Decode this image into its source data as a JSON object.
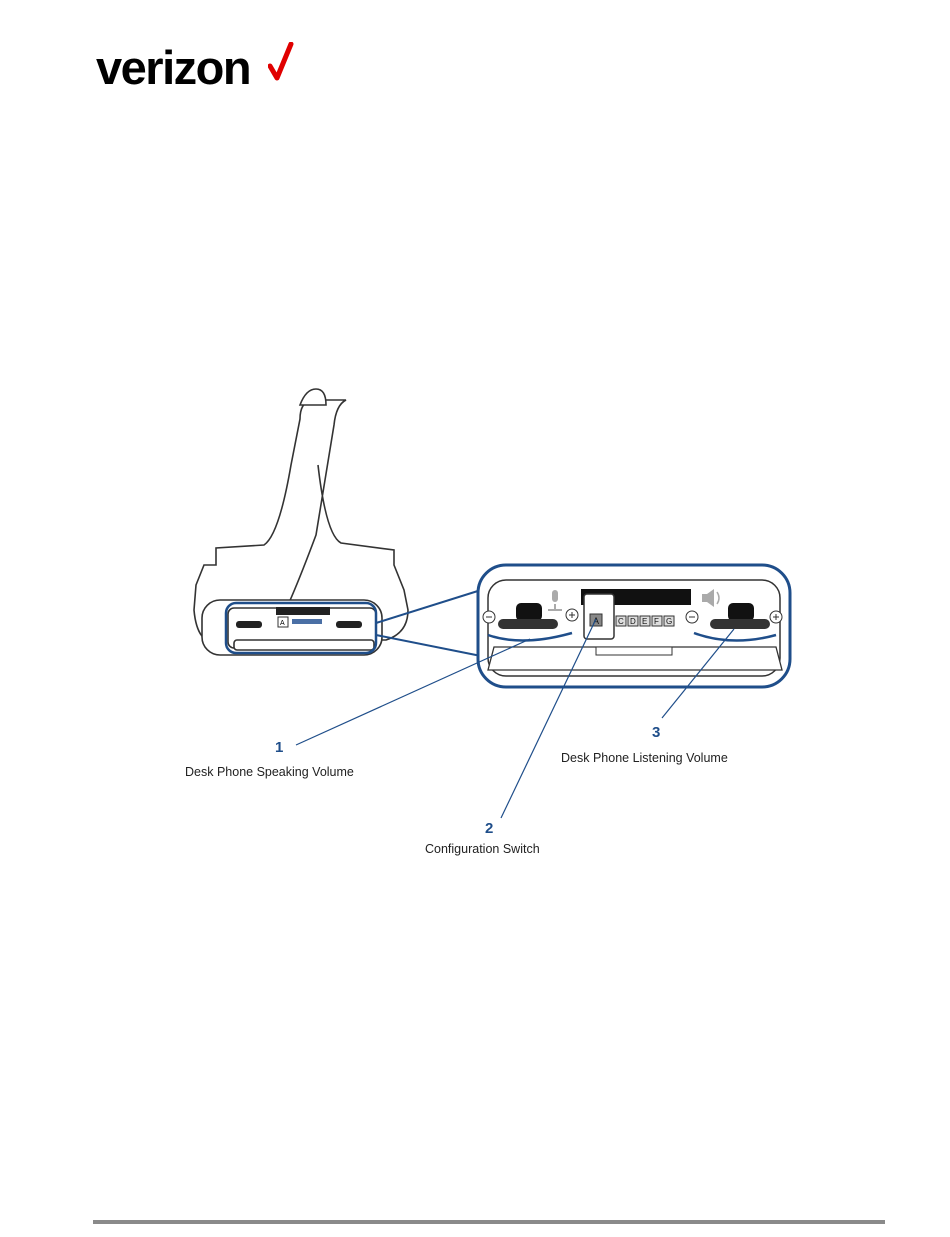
{
  "brand": {
    "name": "verizon",
    "check_color": "#e00000"
  },
  "figure": {
    "callouts": [
      {
        "number": "1",
        "label": "Desk Phone Speaking Volume"
      },
      {
        "number": "2",
        "label": "Configuration Switch"
      },
      {
        "number": "3",
        "label": "Desk Phone Listening Volume"
      }
    ],
    "switch_positions": [
      "A",
      "C",
      "D",
      "E",
      "F",
      "G"
    ],
    "accent_color": "#1f4e8a"
  }
}
